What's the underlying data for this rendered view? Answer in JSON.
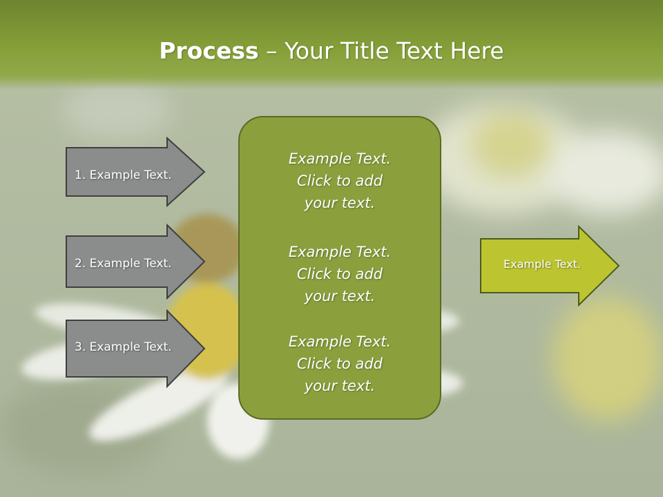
{
  "title": {
    "bold": "Process",
    "rest": " – Your Title Text Here"
  },
  "left_arrows": [
    {
      "label": "1. Example Text."
    },
    {
      "label": "2. Example Text."
    },
    {
      "label": "3. Example Text."
    }
  ],
  "center_box": {
    "texts": [
      "Example Text.\nClick  to add\nyour text.",
      "Example Text.\nClick  to add\nyour text.",
      "Example Text.\nClick  to add\nyour text."
    ]
  },
  "right_arrow": {
    "label": "Example Text."
  },
  "colors": {
    "title_bar": "#7a922f",
    "left_arrow_fill": "#8b8d8c",
    "center_box_fill": "#8ba03d",
    "right_arrow_fill": "#bcc530"
  }
}
